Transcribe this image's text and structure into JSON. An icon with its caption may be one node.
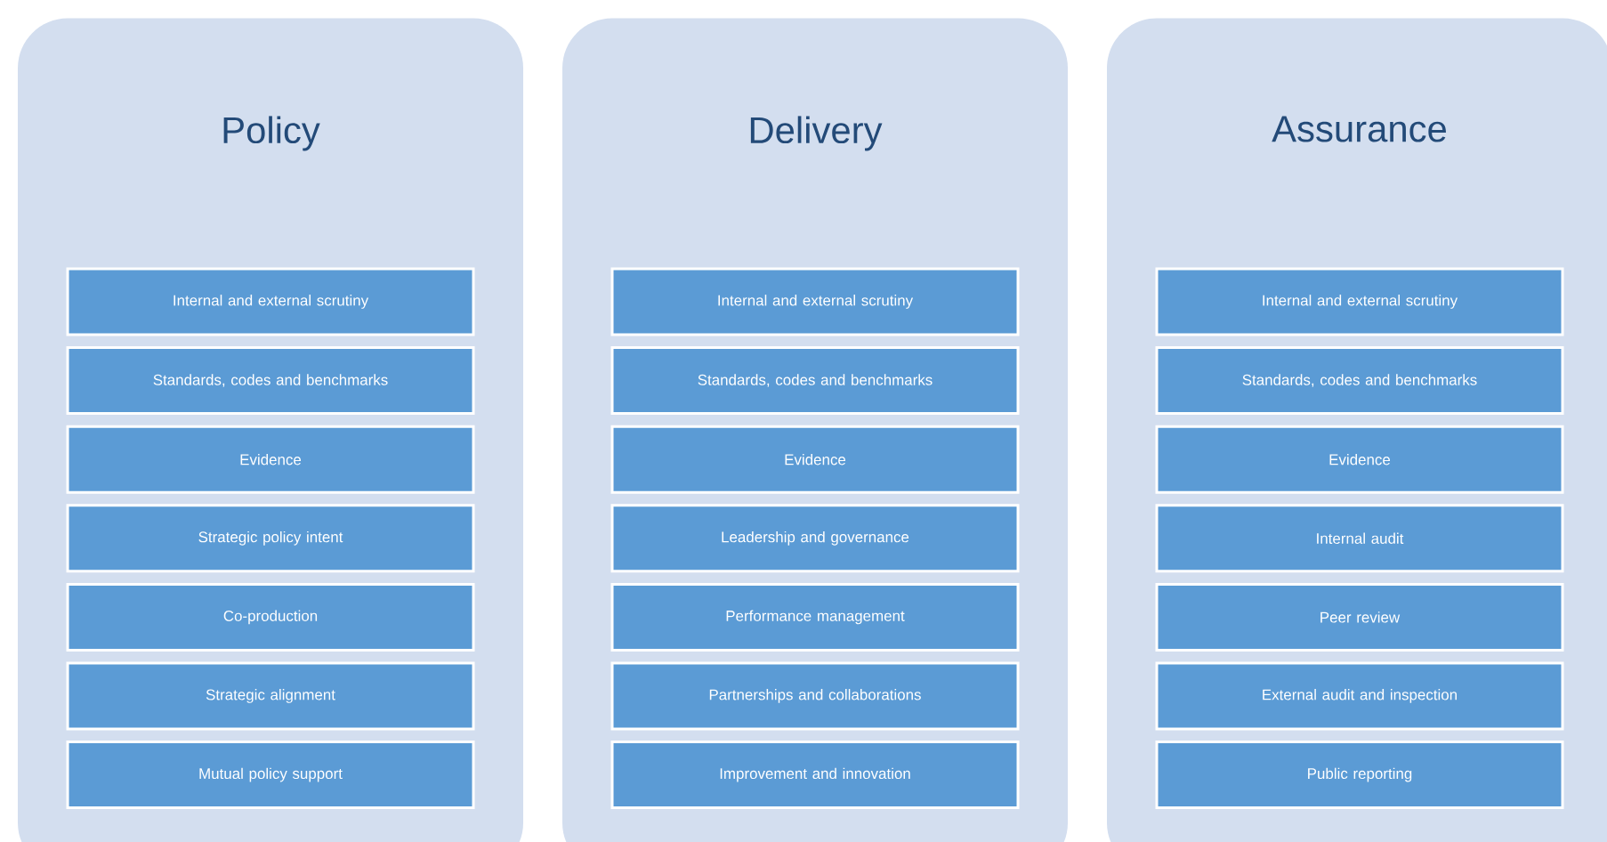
{
  "diagram": {
    "nodes": [
      {
        "text": [
          "Policy"
        ]
      },
      {
        "text": [
          "Internal and external scrutiny"
        ],
        "in": 0
      },
      {
        "text": [
          "Standards, codes and benchmarks"
        ],
        "in": 0
      },
      {
        "text": [
          "Evidence"
        ],
        "in": 0
      },
      {
        "text": [
          "Strategic policy intent"
        ],
        "in": 0
      },
      {
        "text": [
          "Co-production"
        ],
        "in": 0
      },
      {
        "text": [
          "Strategic alignment"
        ],
        "in": 0
      },
      {
        "text": [
          "Mutual policy support"
        ],
        "in": 0
      },
      {
        "text": [
          "Delivery"
        ]
      },
      {
        "text": [
          "Internal and external scrutiny"
        ],
        "in": 8
      },
      {
        "text": [
          "Standards, codes and benchmarks"
        ],
        "in": 8
      },
      {
        "text": [
          "Evidence"
        ],
        "in": 8
      },
      {
        "text": [
          "Leadership and governance"
        ],
        "in": 8
      },
      {
        "text": [
          "Performance management"
        ],
        "in": 8
      },
      {
        "text": [
          "Partnerships and collaborations"
        ],
        "in": 8
      },
      {
        "text": [
          "Improvement and innovation"
        ],
        "in": 8
      },
      {
        "text": [
          "Assurance"
        ]
      },
      {
        "text": [
          "Internal and external scrutiny"
        ],
        "in": 16
      },
      {
        "text": [
          "Standards, codes and benchmarks"
        ],
        "in": 16
      },
      {
        "text": [
          "Evidence"
        ],
        "in": 16
      },
      {
        "text": [
          "Internal audit"
        ],
        "in": 16
      },
      {
        "text": [
          "Peer review"
        ],
        "in": 16
      },
      {
        "text": [
          "External audit and inspection"
        ],
        "in": 16
      },
      {
        "text": [
          "Public reporting"
        ],
        "in": 16
      }
    ]
  }
}
